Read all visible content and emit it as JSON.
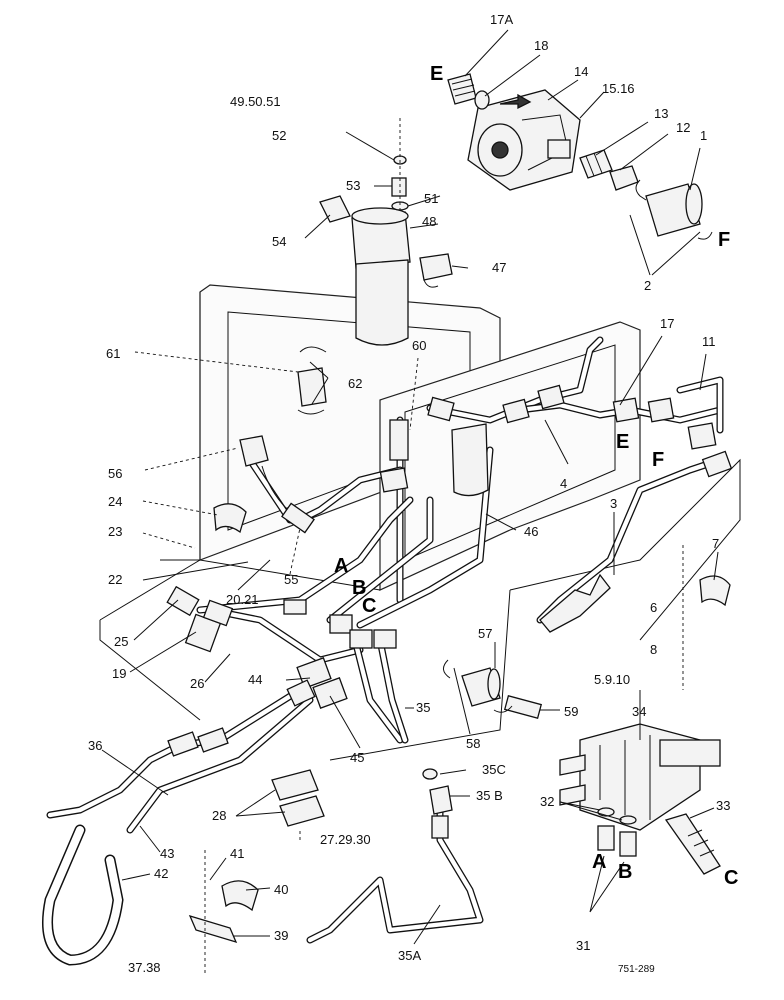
{
  "labels": {
    "l17a": "17A",
    "l18": "18",
    "l14": "14",
    "l1516": "15.16",
    "l13": "13",
    "l12": "12",
    "l1": "1",
    "l2": "2",
    "lE1": "E",
    "lF1": "F",
    "l495051": "49.50.51",
    "l52": "52",
    "l53": "53",
    "l51": "51",
    "l54": "54",
    "l48": "48",
    "l47": "47",
    "l60": "60",
    "l17": "17",
    "l11": "11",
    "l61": "61",
    "l62": "62",
    "lE2": "E",
    "lF2": "F",
    "l56": "56",
    "l4": "4",
    "l24": "24",
    "l46": "46",
    "l3": "3",
    "l23": "23",
    "l7": "7",
    "lA1": "A",
    "lB1": "B",
    "lC1": "C",
    "l22": "22",
    "l55": "55",
    "l2021": "20.21",
    "l6": "6",
    "l8": "8",
    "l25": "25",
    "l57": "57",
    "l19": "19",
    "l26": "26",
    "l44": "44",
    "l5910": "5.9.10",
    "l34": "34",
    "l35": "35",
    "l58": "58",
    "l59": "59",
    "l45": "45",
    "l36": "36",
    "l35c": "35C",
    "l35b": "35 B",
    "l32": "32",
    "l33": "33",
    "l28": "28",
    "l272930": "27.29.30",
    "l43": "43",
    "lA2": "A",
    "lB2": "B",
    "lC2": "C",
    "l41": "41",
    "l42": "42",
    "l40": "40",
    "l39": "39",
    "l35a": "35A",
    "l31": "31",
    "l3738": "37.38",
    "ref": "751-289"
  }
}
